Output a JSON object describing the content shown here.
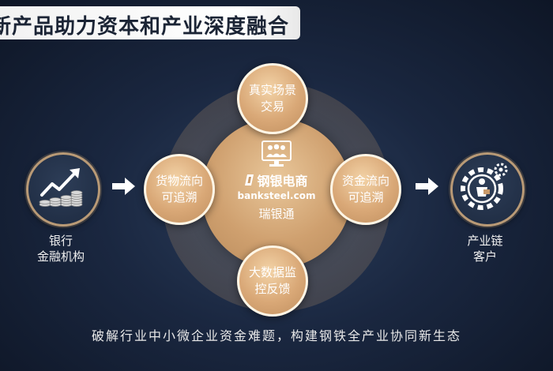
{
  "title": "新产品助力资本和产业深度融合",
  "nodes": {
    "top": [
      "真实场景",
      "交易"
    ],
    "left": [
      "货物流向",
      "可追溯"
    ],
    "right": [
      "资金流向",
      "可追溯"
    ],
    "bottom": [
      "大数据监",
      "控反馈"
    ]
  },
  "center": {
    "logo_text": "钢银电商",
    "logo_url": "banksteel.com",
    "name": "瑞银通"
  },
  "left_entity": [
    "银行",
    "金融机构"
  ],
  "right_entity": [
    "产业链",
    "客户"
  ],
  "footer": "破解行业中小微企业资金难题，构建钢铁全产业协同新生态",
  "colors": {
    "background": "#1a2740",
    "node_gold": "#d9a877",
    "ring_border": "#b99a76",
    "title_text": "#1b2435"
  },
  "icons": {
    "left": "growth-chart-coins-icon",
    "right": "gear-worker-icon",
    "center": "monitor-users-icon",
    "arrows": "arrow-right-icon"
  }
}
